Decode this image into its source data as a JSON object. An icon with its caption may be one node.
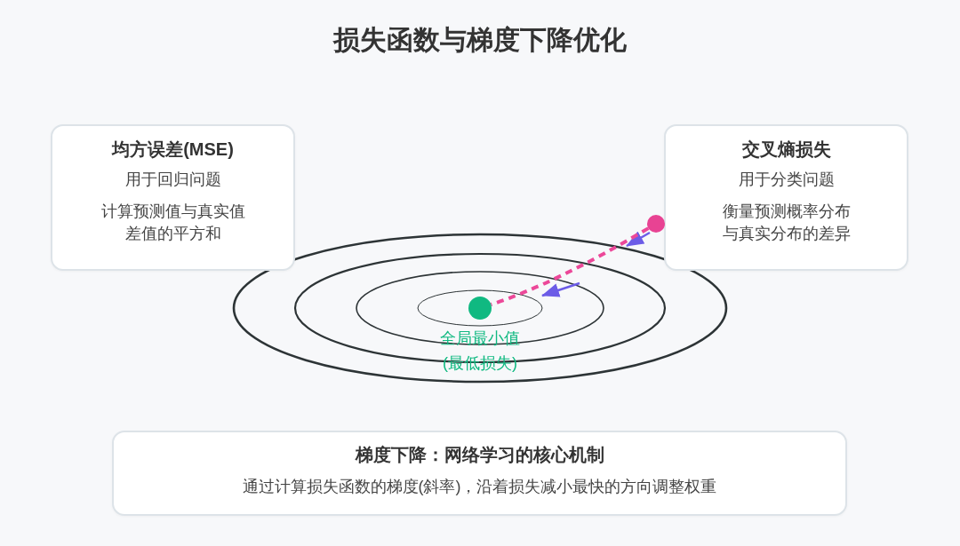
{
  "diagram": {
    "title": "损失函数与梯度下降优化",
    "nodes": [
      {
        "text": [
          "均方误差(MSE)",
          "用于回归问题",
          "计算预测值与真实值差值的平方和"
        ]
      },
      {
        "text": [
          "交叉熵损失",
          "用于分类问题",
          "衡量预测概率分布与真实分布的差异"
        ]
      },
      {
        "text": [],
        "shape": "circle"
      },
      {
        "text": [],
        "shape": "circle",
        "beside": [
          "全局最小值(最低损失)"
        ]
      },
      {
        "text": [
          "梯度下降：网络学习的核心机制",
          "通过计算损失函数的梯度(斜率)，沿着损失减小最快的方向调整权重"
        ]
      }
    ],
    "edges": [
      {
        "from": 2,
        "to": 3,
        "arrow": "none",
        "style": "dashed",
        "color": "#ec4899"
      }
    ]
  }
}
